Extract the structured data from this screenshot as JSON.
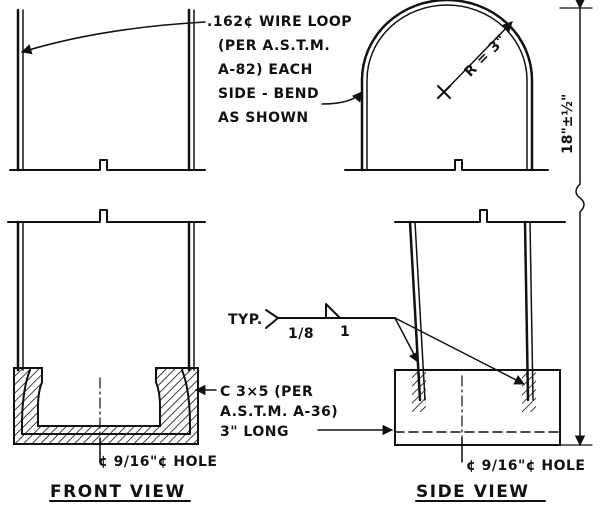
{
  "front_view": {
    "title": "FRONT VIEW",
    "hole_label": "¢ 9/16\"¢ HOLE"
  },
  "side_view": {
    "title": "SIDE VIEW",
    "hole_label": "¢ 9/16\"¢ HOLE",
    "radius_label": "R = 3\""
  },
  "notes": {
    "wire_loop": [
      ".162¢ WIRE LOOP",
      "(PER A.S.T.M.",
      "A-82) EACH",
      "SIDE - BEND",
      "AS SHOWN"
    ],
    "channel": [
      "C 3×5 (PER",
      "A.S.T.M. A-36)",
      "3\" LONG"
    ]
  },
  "weld_symbol": {
    "typ": "TYP.",
    "size": "1/8",
    "length": "1"
  },
  "dimension": {
    "height": "18\"±½\""
  }
}
